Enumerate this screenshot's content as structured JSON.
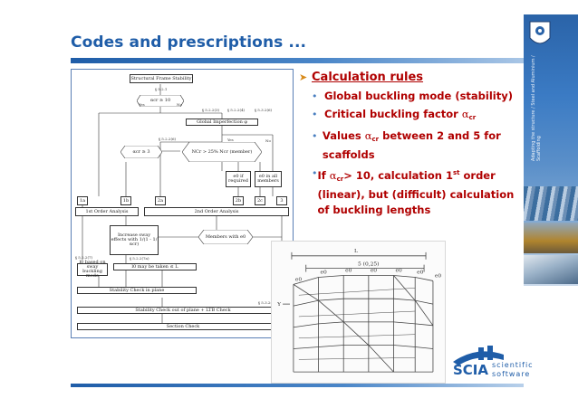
{
  "slide": {
    "title": "Codes and prescriptions ...",
    "accent_color": "#1f5da8",
    "text_color": "#b00000"
  },
  "content": {
    "heading": "Calculation rules",
    "heading_icon": "arrow-bullet-icon",
    "bullets": [
      {
        "parts": [
          "Global buckling mode (stability)"
        ]
      },
      {
        "parts": [
          "Critical buckling factor ",
          "α",
          "cr"
        ]
      },
      {
        "parts": [
          "Values ",
          "α",
          "cr",
          " between 2 and 5 for scaffolds"
        ]
      },
      {
        "parts": [
          "If ",
          "α",
          "cr",
          "> 10, calculation ",
          "1",
          "st",
          " order (linear), but (difficult) calculation of buckling lengths"
        ]
      }
    ]
  },
  "flowchart": {
    "title": "Structural Frame Stability",
    "decision_1": "αcr ≥ 10",
    "sidebar_imperfection": "Global Imperfection φ",
    "decision_2": "NCr > 25% Ncr (member)",
    "left_box": "αcr ≥ 3",
    "required_box": "e0 if required",
    "all_members_box": "e0 in all members",
    "first_order": "1st Order Analysis",
    "second_order": "2nd Order Analysis",
    "amplify": "Increase sway effects with 1/(1 - 1/αcr)",
    "members_box": "Members with e0",
    "based_on_buckling": "l0 based on sway buckling mode",
    "l0_member": "l0 may be taken ≤ L",
    "stability_in_plane": "Stability Check in plane",
    "stability_out_of_plane": "Stability Check out of plane + LTB Check",
    "section_check": "Section Check",
    "ref_labels": [
      "§ 5.2.1",
      "§ 5.2.2(3)",
      "§ 5.2.2(4)",
      "§ 5.3.2(6)",
      "§ 5.3.2(7)",
      "§ 5.2.2(6)",
      "§ 5.2.2(7)",
      "§ 5.2.2(7a)",
      "§ 5.2.2(8)",
      "§ 5.3.2(11)",
      "§ 5.2.2(5)"
    ],
    "path_labels": [
      "Yes",
      "No",
      "Yes",
      "No",
      "1a",
      "1b",
      "2a",
      "2b",
      "2c",
      "3"
    ]
  },
  "scaffold_labels": [
    "L",
    "5 (0,25)",
    "e0",
    "e0",
    "e0",
    "e0",
    "e0",
    "e0",
    "e0",
    "Y"
  ],
  "logo": {
    "word": "SCIA",
    "line1": "scientific",
    "line2": "software"
  },
  "strip_text": "Adapting the structure / Steel and Aluminium / Scaffolding"
}
